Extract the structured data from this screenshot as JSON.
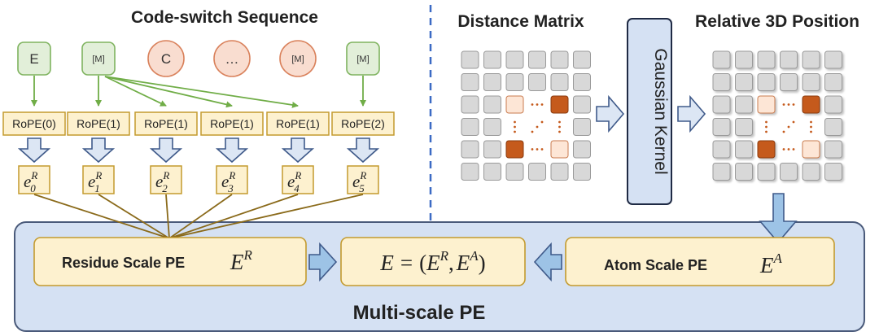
{
  "left_panel": {
    "title": "Code-switch Sequence",
    "tokens": [
      {
        "label": "E",
        "shape": "square"
      },
      {
        "label": "[M]",
        "shape": "square"
      },
      {
        "label": "C",
        "shape": "circle"
      },
      {
        "label": "…",
        "shape": "circle"
      },
      {
        "label": "[M]",
        "shape": "circle"
      },
      {
        "label": "[M]",
        "shape": "square"
      }
    ],
    "rope": [
      "RoPE(0)",
      "RoPE(1)",
      "RoPE(1)",
      "RoPE(1)",
      "RoPE(1)",
      "RoPE(2)"
    ],
    "embeddings": [
      {
        "base": "e",
        "sup": "R",
        "sub": "0"
      },
      {
        "base": "e",
        "sup": "R",
        "sub": "1"
      },
      {
        "base": "e",
        "sup": "R",
        "sub": "2"
      },
      {
        "base": "e",
        "sup": "R",
        "sub": "3"
      },
      {
        "base": "e",
        "sup": "R",
        "sub": "4"
      },
      {
        "base": "e",
        "sup": "R",
        "sub": "5"
      }
    ]
  },
  "right_panel": {
    "distance_title": "Distance Matrix",
    "kernel_label": "Gaussian Kernel",
    "relative_title": "Relative 3D Position"
  },
  "bottom": {
    "residue_label": "Residue Scale PE",
    "residue_sym": {
      "base": "E",
      "sup": "R"
    },
    "equation": {
      "lhs": "E",
      "eq": "=",
      "open": "(",
      "a_base": "E",
      "a_sup": "R",
      "comma": ",",
      "b_base": "E",
      "b_sup": "A",
      "close": ")"
    },
    "atom_label": "Atom Scale PE",
    "atom_sym": {
      "base": "E",
      "sup": "A"
    },
    "title": "Multi-scale PE"
  },
  "colors": {
    "green_fill": "#e2efd9",
    "green_stroke": "#7fb35f",
    "orange_fill": "#f9ddd0",
    "orange_stroke": "#d9815b",
    "yellow_fill": "#fdf1cf",
    "yellow_stroke": "#c39a2e",
    "blue_fill": "#d5e1f3",
    "blue_stroke": "#4a5a7a",
    "arrow_fill": "#dce6f4",
    "arrow_stroke": "#3f5a8a",
    "grid_cell": "#d8d8d8",
    "grid_hi_dark": "#c55a1c",
    "grid_hi_light": "#fde6d6",
    "divider": "#3c6bc4",
    "link_green": "#70ad47",
    "link_olive": "#8a6a1a"
  }
}
